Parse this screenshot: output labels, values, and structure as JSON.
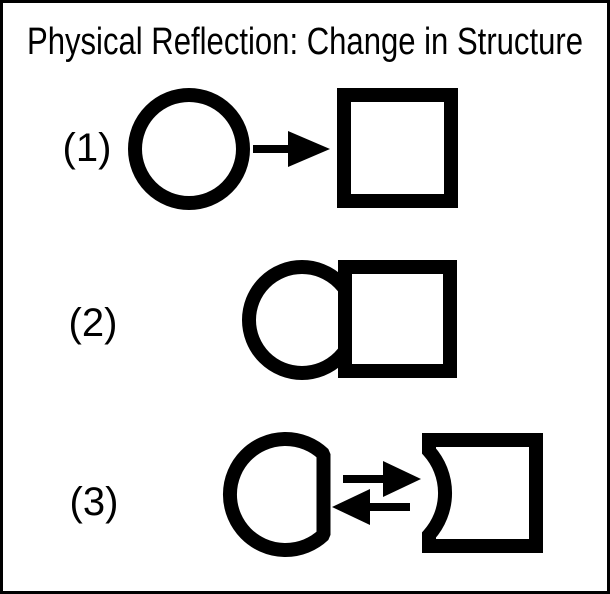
{
  "diagram": {
    "title": "Physical Reflection: Change in Structure",
    "rows": [
      {
        "label": "(1)",
        "shapes": [
          "circle",
          "right-arrow",
          "square"
        ]
      },
      {
        "label": "(2)",
        "shapes": [
          "circle",
          "square-overlapping-circle"
        ]
      },
      {
        "label": "(3)",
        "shapes": [
          "flattened-circle",
          "equilibrium-arrows",
          "notched-square"
        ]
      }
    ]
  },
  "colors": {
    "ink": "#000000",
    "background": "#ffffff"
  }
}
